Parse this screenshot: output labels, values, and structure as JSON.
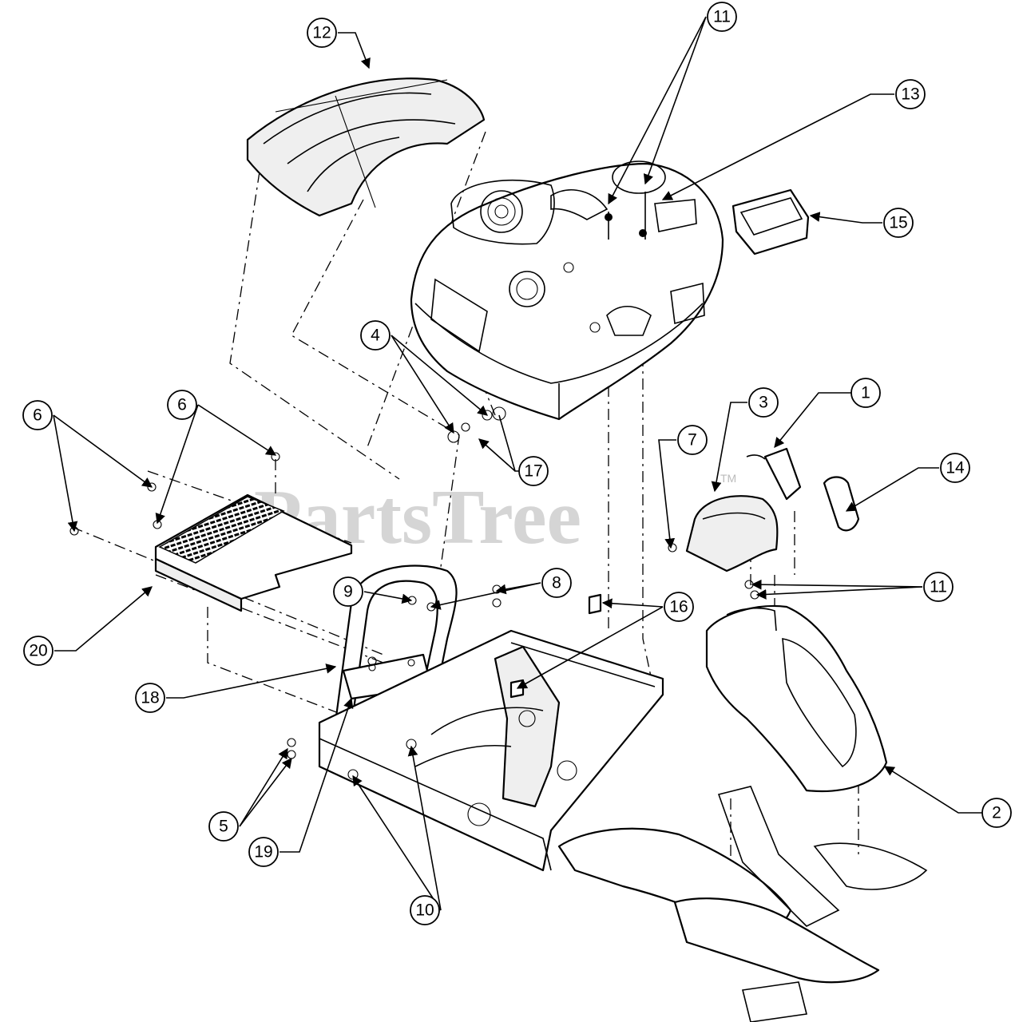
{
  "watermark": {
    "text": "PartsTree",
    "trademark": "TM"
  },
  "callouts": [
    {
      "label": "1"
    },
    {
      "label": "2"
    },
    {
      "label": "3"
    },
    {
      "label": "4"
    },
    {
      "label": "5"
    },
    {
      "label": "6"
    },
    {
      "label": "6"
    },
    {
      "label": "7"
    },
    {
      "label": "8"
    },
    {
      "label": "9"
    },
    {
      "label": "10"
    },
    {
      "label": "11"
    },
    {
      "label": "11"
    },
    {
      "label": "12"
    },
    {
      "label": "13"
    },
    {
      "label": "14"
    },
    {
      "label": "15"
    },
    {
      "label": "16"
    },
    {
      "label": "17"
    },
    {
      "label": "18"
    },
    {
      "label": "19"
    },
    {
      "label": "20"
    }
  ]
}
